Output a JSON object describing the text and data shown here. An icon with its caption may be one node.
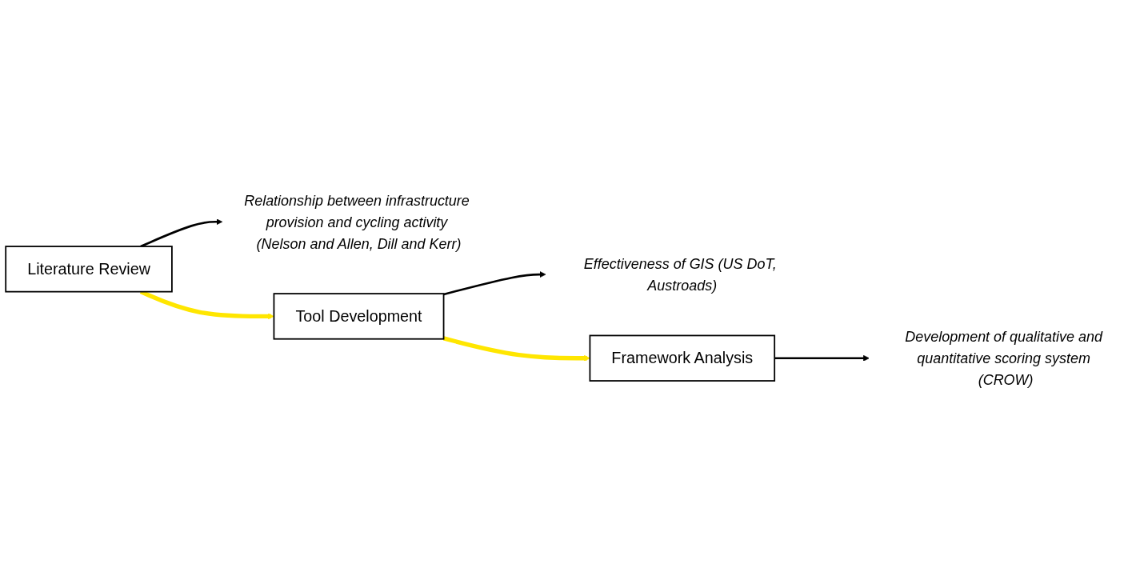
{
  "diagram": {
    "nodes": [
      {
        "text": [
          "Literature Review"
        ]
      },
      {
        "text": [
          "Relationship between infrastructure provision and cycling activity (Nelson and Allen, Dill and Kerr)"
        ]
      },
      {
        "text": [
          "Tool Development"
        ]
      },
      {
        "text": [
          "Effectiveness of GIS (US DoT, Austroads)"
        ]
      },
      {
        "text": [
          "Framework Analysis"
        ]
      },
      {
        "text": [
          "Development of qualitative and quantitative scoring system (CROW)"
        ]
      }
    ],
    "edges": [
      {
        "from": 0,
        "to": 1,
        "arrow": "to"
      },
      {
        "from": 0,
        "to": 2,
        "arrow": "to",
        "style": "thick",
        "color": "#ffe600"
      },
      {
        "from": 2,
        "to": 3,
        "arrow": "to"
      },
      {
        "from": 2,
        "to": 4,
        "arrow": "to",
        "style": "thick",
        "color": "#ffe600"
      },
      {
        "from": 4,
        "to": 5,
        "arrow": "to"
      }
    ]
  }
}
